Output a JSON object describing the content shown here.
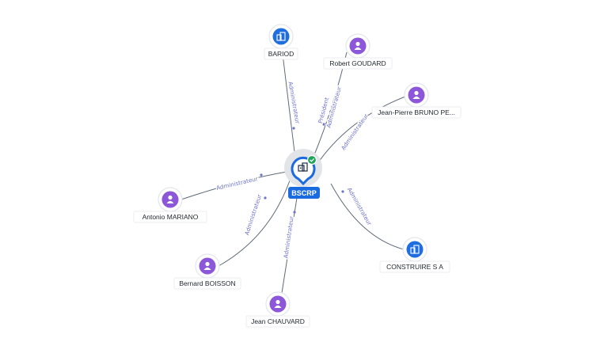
{
  "colors": {
    "company": "#1e6ee0",
    "person": "#8c57d8",
    "edge": "#5f6b7a",
    "edge_label": "#6e74c8",
    "verified": "#21a35b"
  },
  "center": {
    "name": "BSCRP",
    "icon": "building-icon",
    "verified_icon": "check-circle-icon"
  },
  "nodes": [
    {
      "id": "bariod",
      "name": "BARIOD",
      "kind": "company",
      "icon": "building-icon",
      "relations": [
        "Administrateur"
      ]
    },
    {
      "id": "robert-goudard",
      "name": "Robert GOUDARD",
      "kind": "person",
      "icon": "person-icon",
      "relations": [
        "Président",
        "Administrateur"
      ]
    },
    {
      "id": "jean-pierre-bruno",
      "name": "Jean-Pierre BRUNO PE...",
      "kind": "person",
      "icon": "person-icon",
      "relations": [
        "Administrateur"
      ]
    },
    {
      "id": "antonio-mariano",
      "name": "Antonio MARIANO",
      "kind": "person",
      "icon": "person-icon",
      "relations": [
        "Administrateur"
      ]
    },
    {
      "id": "construire-sa",
      "name": "CONSTRUIRE S A",
      "kind": "company",
      "icon": "building-icon",
      "relations": [
        "Administrateur"
      ]
    },
    {
      "id": "bernard-boisson",
      "name": "Bernard BOISSON",
      "kind": "person",
      "icon": "person-icon",
      "relations": [
        "Administrateur"
      ]
    },
    {
      "id": "jean-chauvard",
      "name": "Jean CHAUVARD",
      "kind": "person",
      "icon": "person-icon",
      "relations": [
        "Administrateur"
      ]
    }
  ]
}
